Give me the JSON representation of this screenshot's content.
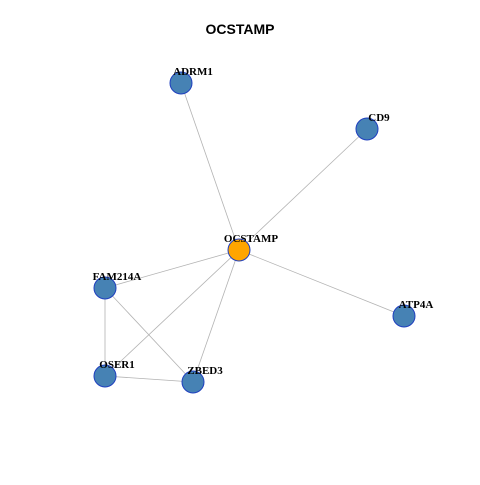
{
  "title": "OCSTAMP",
  "colors": {
    "hub_fill": "#FFA500",
    "node_fill": "#4682B4",
    "node_stroke": "#1F3FBF",
    "edge": "#B3B3B3"
  },
  "nodes": [
    {
      "id": "OCSTAMP",
      "label": "OCSTAMP",
      "role": "hub"
    },
    {
      "id": "ADRM1",
      "label": "ADRM1",
      "role": "neighbor"
    },
    {
      "id": "CD9",
      "label": "CD9",
      "role": "neighbor"
    },
    {
      "id": "FAM214A",
      "label": "FAM214A",
      "role": "neighbor"
    },
    {
      "id": "ATP4A",
      "label": "ATP4A",
      "role": "neighbor"
    },
    {
      "id": "OSER1",
      "label": "OSER1",
      "role": "neighbor"
    },
    {
      "id": "ZBED3",
      "label": "ZBED3",
      "role": "neighbor"
    }
  ],
  "edges": [
    [
      "OCSTAMP",
      "ADRM1"
    ],
    [
      "OCSTAMP",
      "CD9"
    ],
    [
      "OCSTAMP",
      "FAM214A"
    ],
    [
      "OCSTAMP",
      "ATP4A"
    ],
    [
      "OCSTAMP",
      "OSER1"
    ],
    [
      "OCSTAMP",
      "ZBED3"
    ],
    [
      "FAM214A",
      "OSER1"
    ],
    [
      "FAM214A",
      "ZBED3"
    ],
    [
      "OSER1",
      "ZBED3"
    ]
  ]
}
